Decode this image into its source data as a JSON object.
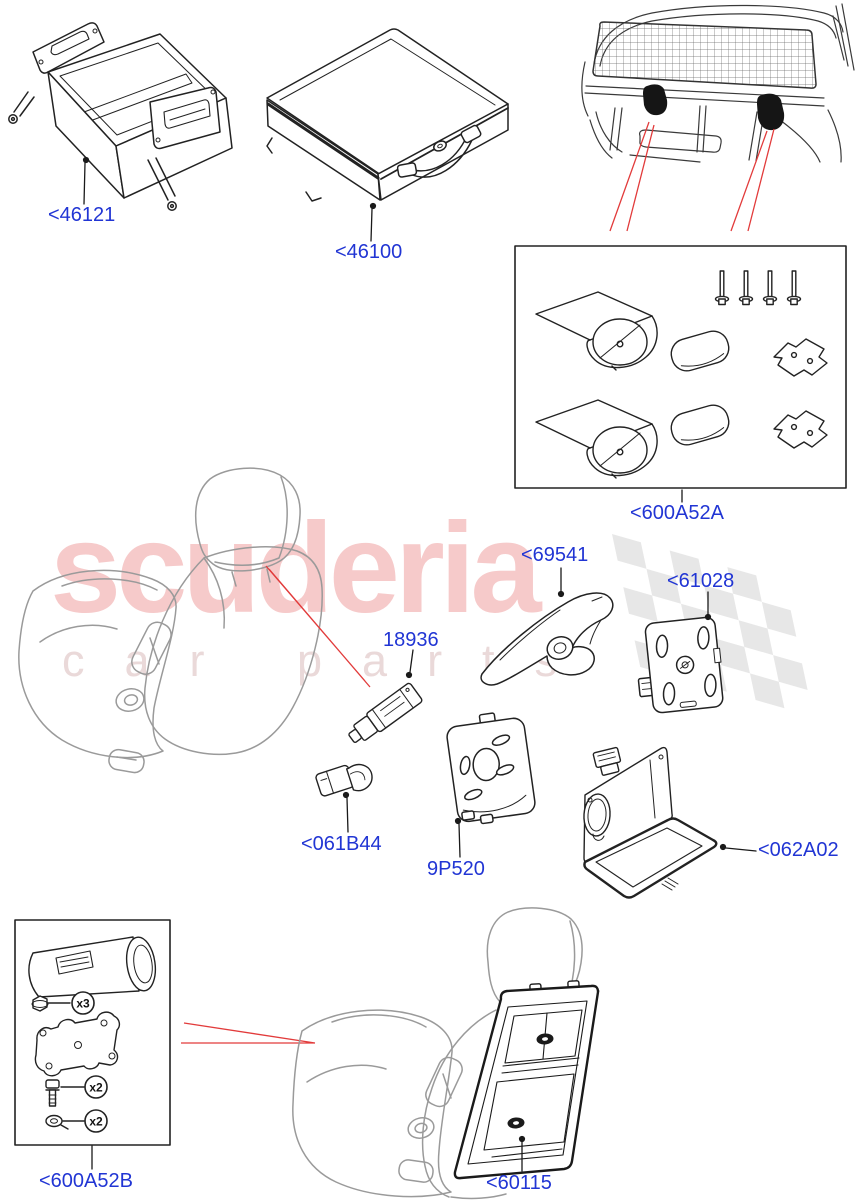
{
  "watermark": {
    "brand": "scuderia",
    "tagline": "car parts"
  },
  "labels": {
    "cargo_organizer": "<46121",
    "stowage_case": "<46100",
    "dog_guard_fixing_kit": "<600A52A",
    "coat_hook": "<69541",
    "mounting_plate_rear": "<61028",
    "headrest_clip": "18936",
    "small_hook": "<061B44",
    "mounting_plate_front": "9P520",
    "cup_holder_tray": "<062A02",
    "stowage_roller_kit": "<600A52B",
    "seat_back_stowage_panel": "<60115"
  },
  "badges": {
    "bolt_qty": "x3",
    "screw_qty": "x2",
    "washer_qty": "x2"
  },
  "colors": {
    "label_blue": "#2135d4",
    "callout_red": "#e23b3b",
    "artwork_black": "#222222",
    "seat_gray": "#9a9a9a",
    "watermark_pink": "#f6caca",
    "flag_gray": "#d4d4d4"
  }
}
